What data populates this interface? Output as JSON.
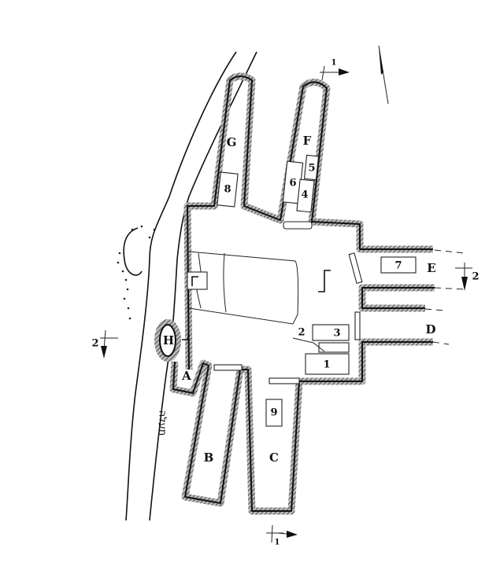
{
  "title": "Plan of burial cave",
  "chambers": {
    "A": "A",
    "B": "B",
    "C": "C",
    "D": "D",
    "E": "E",
    "F": "F",
    "G": "G",
    "H": "H"
  },
  "loculi": {
    "l1": "1",
    "l2": "2",
    "l3": "3",
    "l4": "4",
    "l5": "5",
    "l6": "6",
    "l7": "7",
    "l8": "8",
    "l9": "9"
  },
  "sections": {
    "section_1_top": "1",
    "section_1_bottom": "1",
    "section_2_left": "2",
    "section_2_right": "2"
  },
  "channel_label": "תעלה",
  "north_arrow": "north-arrow"
}
